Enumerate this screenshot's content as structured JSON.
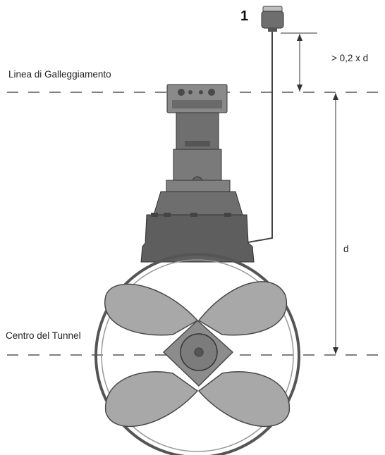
{
  "callout_number": "1",
  "waterline_label": "Linea di Galleggiamento",
  "min_depth_label": "> 0,2 x d",
  "depth_label": "d",
  "tunnel_center_label": "Centro del Tunnel",
  "colors": {
    "body_dark": "#5b5b5b",
    "body_mid": "#7a7a7a",
    "body_light": "#9a9a9a",
    "blade": "#a8a8a8",
    "blade_edge": "#4a4a4a",
    "line": "#333333"
  }
}
